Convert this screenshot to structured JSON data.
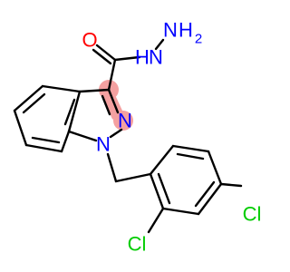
{
  "molecule": {
    "atoms": {
      "oxygen": "O",
      "amine_n": "N",
      "amine_h": "H",
      "amine_h2": "H",
      "amine_h2_count": "2",
      "pyrazole_n2": "N",
      "pyrazole_n1": "N",
      "chlorine_para": "Cl",
      "chlorine_ortho": "Cl"
    },
    "colors": {
      "carbon_bond": "#000000",
      "oxygen": "#ff0000",
      "nitrogen": "#0000ff",
      "chlorine": "#00cc00",
      "highlight": "#f4a0a0"
    }
  }
}
